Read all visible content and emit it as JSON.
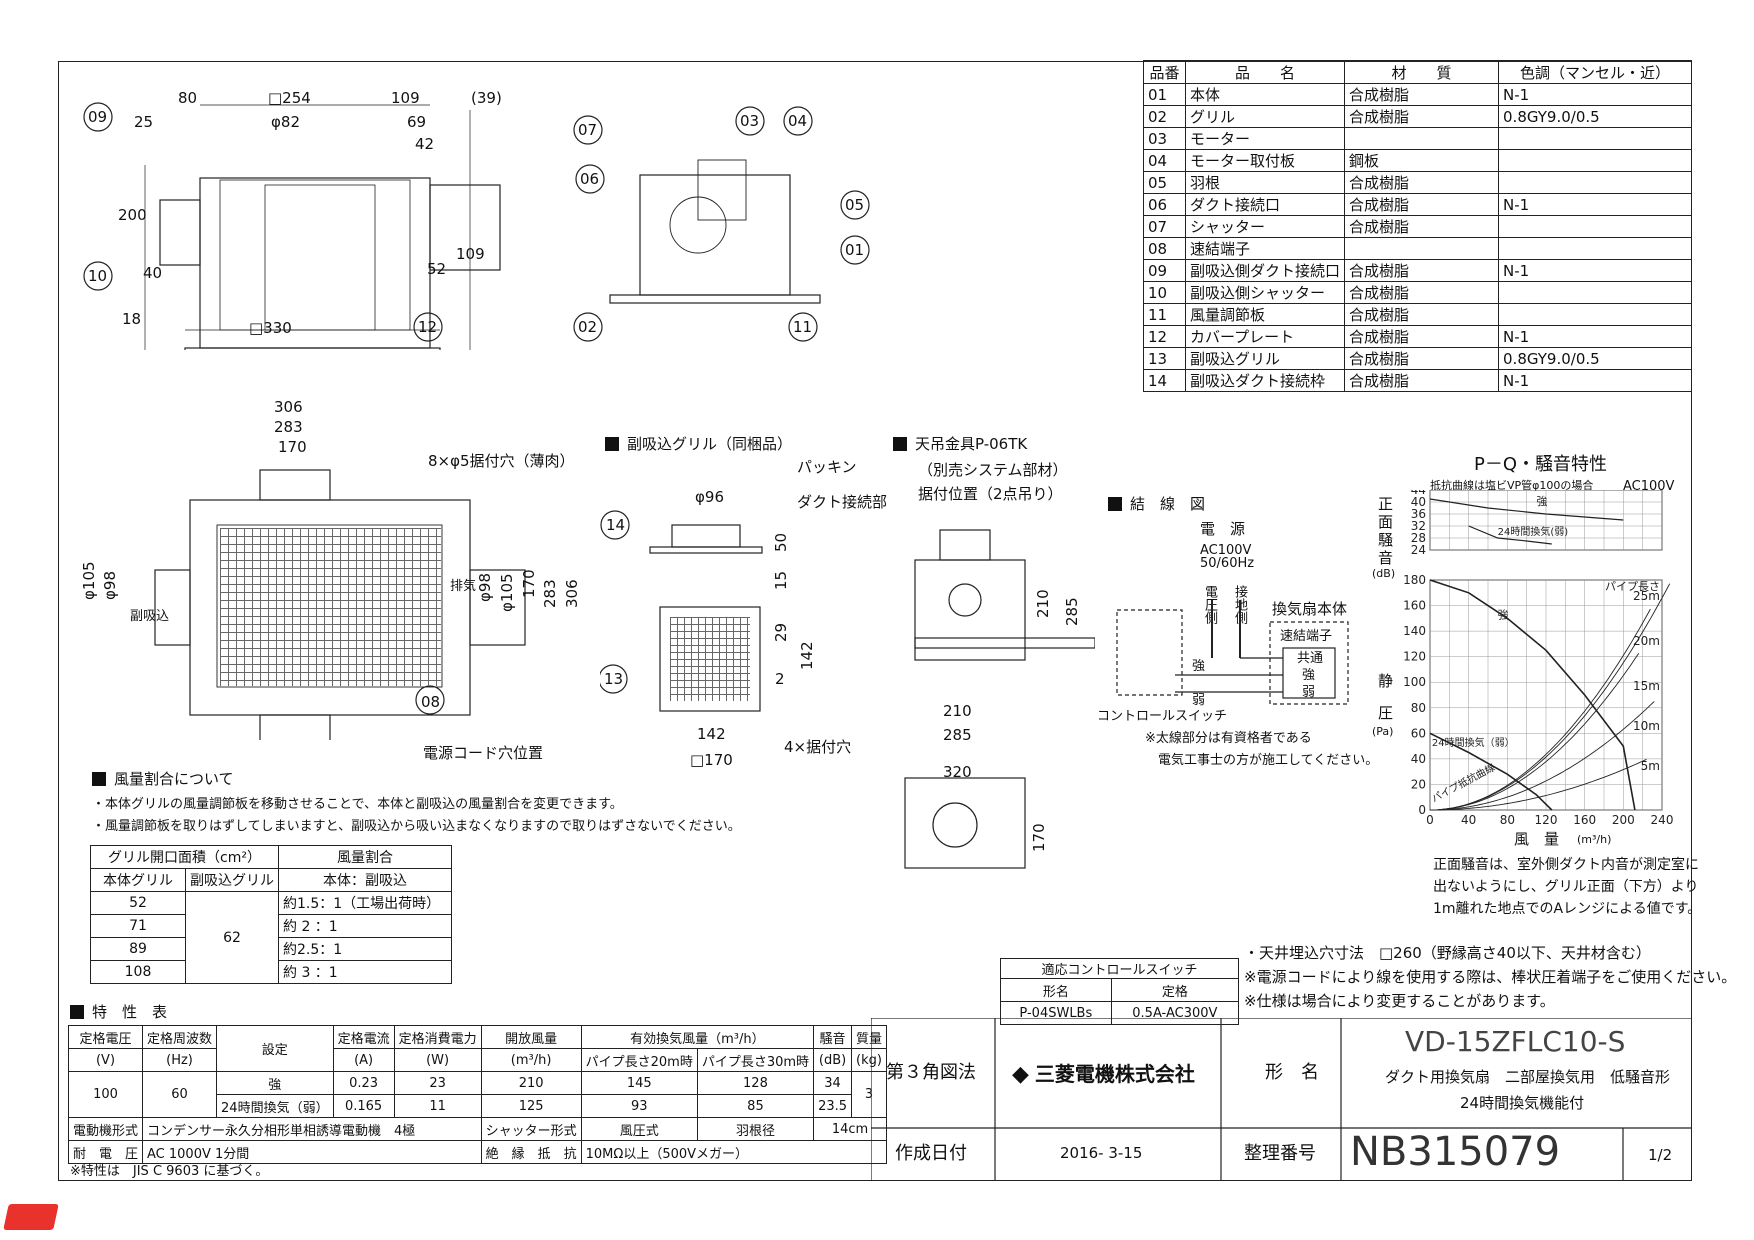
{
  "parts_table": {
    "headers": [
      "品番",
      "品　　名",
      "材　　質",
      "色調（マンセル・近）"
    ],
    "rows": [
      [
        "01",
        "本体",
        "合成樹脂",
        "N-1"
      ],
      [
        "02",
        "グリル",
        "合成樹脂",
        "0.8GY9.0/0.5"
      ],
      [
        "03",
        "モーター",
        "",
        ""
      ],
      [
        "04",
        "モーター取付板",
        "鋼板",
        ""
      ],
      [
        "05",
        "羽根",
        "合成樹脂",
        ""
      ],
      [
        "06",
        "ダクト接続口",
        "合成樹脂",
        "N-1"
      ],
      [
        "07",
        "シャッター",
        "合成樹脂",
        ""
      ],
      [
        "08",
        "速結端子",
        "",
        ""
      ],
      [
        "09",
        "副吸込側ダクト接続口",
        "合成樹脂",
        "N-1"
      ],
      [
        "10",
        "副吸込側シャッター",
        "合成樹脂",
        ""
      ],
      [
        "11",
        "風量調節板",
        "合成樹脂",
        ""
      ],
      [
        "12",
        "カバープレート",
        "合成樹脂",
        "N-1"
      ],
      [
        "13",
        "副吸込グリル",
        "合成樹脂",
        "0.8GY9.0/0.5"
      ],
      [
        "14",
        "副吸込ダクト接続枠",
        "合成樹脂",
        "N-1"
      ]
    ]
  },
  "top_view": {
    "dims": [
      "80",
      "□254",
      "109",
      "(39)",
      "25",
      "φ82",
      "69",
      "42",
      "200",
      "40",
      "18",
      "52",
      "109",
      "□330"
    ],
    "callouts": [
      "09",
      "10",
      "12"
    ]
  },
  "section_view": {
    "callouts": [
      "07",
      "03",
      "04",
      "06",
      "05",
      "01",
      "02",
      "11"
    ]
  },
  "plan_view": {
    "dims": [
      "306",
      "283",
      "170",
      "8×φ5据付穴（薄肉）",
      "φ105",
      "φ98",
      "φ98",
      "φ105",
      "170",
      "283",
      "306"
    ],
    "labels": {
      "intake": "副吸込",
      "exhaust": "排気",
      "cord": "電源コード穴位置"
    },
    "callouts": [
      "08"
    ]
  },
  "sub_grille": {
    "title": "副吸込グリル（同梱品）",
    "dims": [
      "φ96",
      "50",
      "15",
      "29",
      "142",
      "2",
      "142",
      "□170"
    ],
    "labels": [
      "パッキン",
      "ダクト接続部",
      "4×据付穴"
    ],
    "callouts": [
      "14",
      "13"
    ]
  },
  "hanger": {
    "title": "天吊金具P-06TK",
    "sub1": "（別売システム部材）",
    "sub2": "据付位置（2点吊り）",
    "dims": [
      "210",
      "285",
      "210",
      "285",
      "320",
      "170"
    ]
  },
  "wiring": {
    "title": "結　線　図",
    "power": "電　源",
    "voltage": "AC100V",
    "freq": "50/60Hz",
    "voltage_side": "電圧側",
    "ground_side": "接地側",
    "body": "換気扇本体",
    "terminal": "速結端子",
    "terms": [
      "共通",
      "強",
      "弱"
    ],
    "strong": "強",
    "weak": "弱",
    "switch": "コントロールスイッチ",
    "note1": "※太線部分は有資格者である",
    "note2": "電気工事士の方が施工してください。"
  },
  "pq_chart": {
    "title": "P－Q・騒音特性",
    "cond": "抵抗曲線は塩ビVP管φ100の場合",
    "ac": "AC100V",
    "noise_label": [
      "正",
      "面",
      "騒",
      "音"
    ],
    "noise_unit": "(dB)",
    "noise_ticks": [
      "44",
      "40",
      "36",
      "32",
      "28",
      "24"
    ],
    "sp_label": [
      "静",
      "圧"
    ],
    "sp_unit": "(Pa)",
    "sp_ticks": [
      "180",
      "160",
      "140",
      "120",
      "100",
      "80",
      "60",
      "40",
      "20",
      "0"
    ],
    "x_ticks": [
      "0",
      "40",
      "80",
      "120",
      "160",
      "200",
      "240"
    ],
    "xlabel": "風　量",
    "xunit": "(m³/h)",
    "pipe_label": "パイプ長さ",
    "pipes": [
      "25m",
      "20m",
      "15m",
      "10m",
      "5m"
    ],
    "curve_strong": "強",
    "curve_24h": "24時間換気（弱）",
    "curve_24h_b": "24時間換気(弱)",
    "curve_resist": "パイプ抵抗曲線",
    "note": [
      "正面騒音は、室外側ダクト内音が測定室に",
      "出ないようにし、グリル正面（下方）より",
      "1m離れた地点でのAレンジによる値です。"
    ]
  },
  "airflow_section": {
    "title": "風量割合について",
    "line1": "・本体グリルの風量調節板を移動させることで、本体と副吸込の風量割合を変更できます。",
    "line2": "・風量調節板を取りはずしてしまいますと、副吸込から吸い込まなくなりますので取りはずさないでください。",
    "table": {
      "h1": "グリル開口面積（cm²）",
      "h2": "風量割合",
      "h1a": "本体グリル",
      "h1b": "副吸込グリル",
      "h2a": "本体：副吸込",
      "sub": "62",
      "rows": [
        [
          "52",
          "約1.5：1（工場出荷時）"
        ],
        [
          "71",
          "約 2 ：1"
        ],
        [
          "89",
          "約2.5：1"
        ],
        [
          "108",
          "約 3 ：1"
        ]
      ]
    }
  },
  "control_switch": {
    "title": "適応コントロールスイッチ",
    "h_model": "形名",
    "h_rating": "定格",
    "model": "P-04SWLBs",
    "rating": "0.5A-AC300V"
  },
  "notes": [
    "・天井埋込穴寸法　□260（野縁高さ40以下、天井材含む）",
    "※電源コードにより線を使用する際は、棒状圧着端子をご使用ください。",
    "※仕様は場合により変更することがあります。"
  ],
  "spec": {
    "title": "特　性　表",
    "headers": [
      "定格電圧",
      "定格周波数",
      "設定",
      "定格電流",
      "定格消費電力",
      "開放風量",
      "有効換気風量（m³/h）",
      "騒音",
      "質量"
    ],
    "units": [
      "(V)",
      "(Hz)",
      "(A)",
      "(W)",
      "(m³/h)",
      "(dB)",
      "(kg)"
    ],
    "pipe20": "パイプ長さ20m時",
    "pipe30": "パイプ長さ30m時",
    "voltage": "100",
    "freq": "60",
    "mass": "3",
    "rows": [
      [
        "強",
        "0.23",
        "23",
        "210",
        "145",
        "128",
        "34"
      ],
      [
        "24時間換気（弱）",
        "0.165",
        "11",
        "125",
        "93",
        "85",
        "23.5"
      ]
    ],
    "motor_label": "電動機形式",
    "motor": "コンデンサー永久分相形単相誘導電動機　4極",
    "shutter_label": "シャッター形式",
    "shutter": "風圧式",
    "blade_label": "羽根径",
    "blade": "14cm",
    "voltage_withstand_label": "耐　電　圧",
    "voltage_withstand": "AC 1000V 1分間",
    "insulation_label": "絶　縁　抵　抗",
    "insulation": "10MΩ以上（500Vメガー）",
    "footnote": "※特性は　JIS C 9603 に基づく。"
  },
  "title_block": {
    "method": "第３角図法",
    "company": "三菱電機株式会社",
    "model_label": "形　名",
    "model": "VD-15ZFLC10-S",
    "desc1": "ダクト用換気扇　二部屋換気用　低騒音形",
    "desc2": "24時間換気機能付",
    "date_label": "作成日付",
    "date": "2016- 3-15",
    "number_label": "整理番号",
    "number": "NB315079",
    "page": "1/2"
  }
}
